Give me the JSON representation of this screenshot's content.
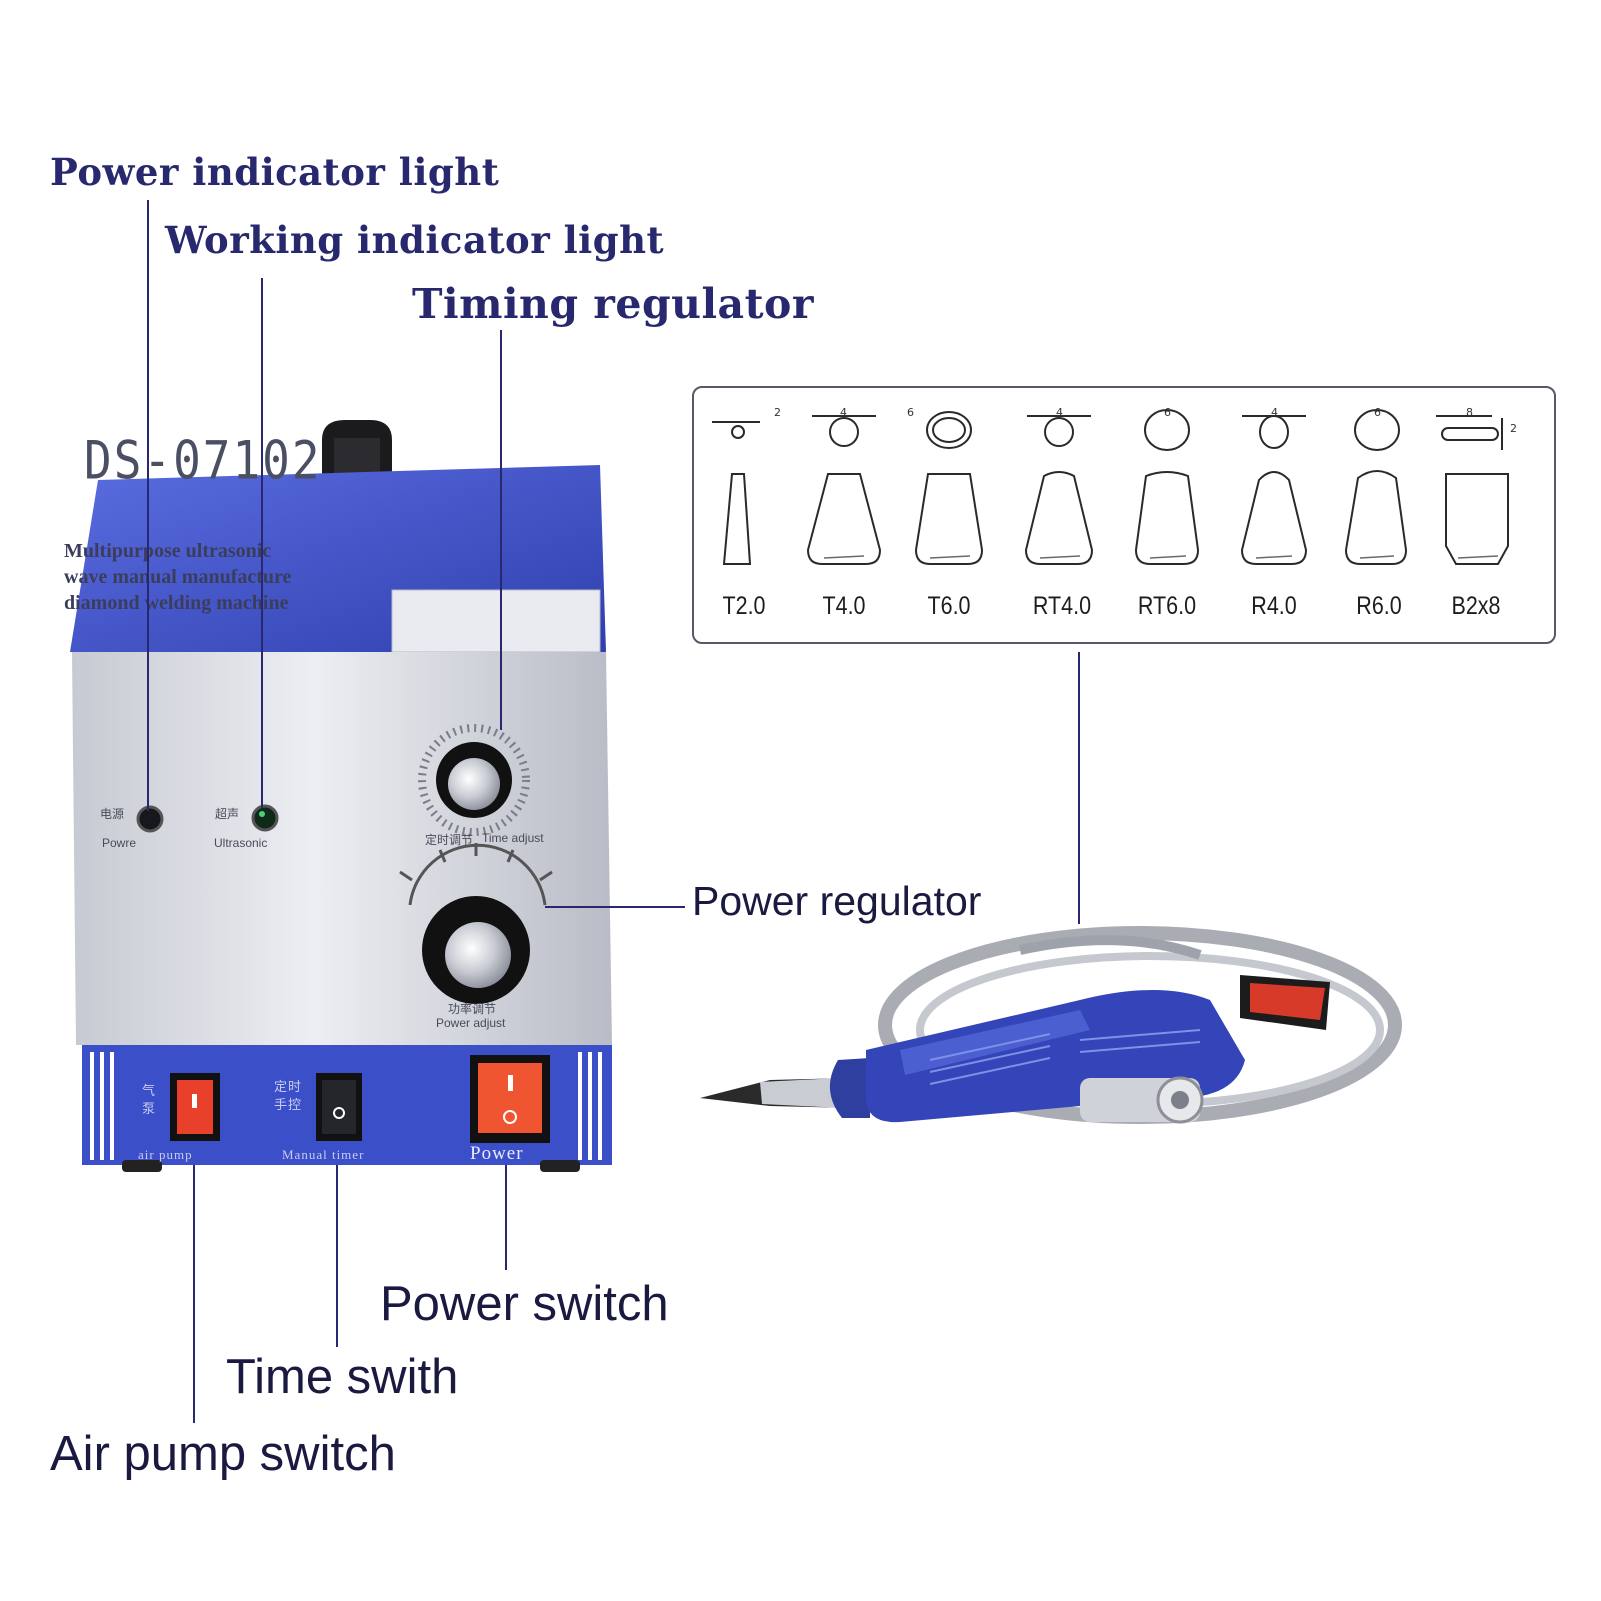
{
  "callouts": {
    "power_indicator_light": "Power indicator light",
    "working_indicator_light": "Working indicator light",
    "timing_regulator": "Timing regulator",
    "power_regulator": "Power regulator",
    "power_switch": "Power switch",
    "time_switch": "Time swith",
    "air_pump_switch": "Air pump switch"
  },
  "machine": {
    "model": "DS-07102",
    "description": [
      "Multipurpose ultrasonic",
      "wave manual manufacture",
      "diamond welding machine"
    ],
    "led_power_cn": "电源",
    "led_power_en": "Powre",
    "led_ultrasonic_cn": "超声",
    "led_ultrasonic_en": "Ultrasonic",
    "timing_knob_cn": "定时调节",
    "timing_knob_en": "Time adjust",
    "power_knob_cn": "功率调节",
    "power_knob_en": "Power adjust",
    "air_pump_cn": "气泵",
    "air_pump_en": "air pump",
    "manual_cn": "定时 手控",
    "manual_en": "Manual timer",
    "power_switch_label": "Power"
  },
  "tips": [
    {
      "label": "T2.0",
      "dim": "2"
    },
    {
      "label": "T4.0",
      "dim": "4"
    },
    {
      "label": "T6.0",
      "dim": "6"
    },
    {
      "label": "RT4.0",
      "dim": "4"
    },
    {
      "label": "RT6.0",
      "dim": "6"
    },
    {
      "label": "R4.0",
      "dim": "4"
    },
    {
      "label": "R6.0",
      "dim": "6"
    },
    {
      "label": "B2x8",
      "dim": "8",
      "dim2": "2"
    }
  ],
  "colors": {
    "callout_text": "#28286e",
    "machine_blue": "#3b4fc8",
    "panel_silver": "#d9dce2",
    "switch_red": "#e8402a"
  }
}
